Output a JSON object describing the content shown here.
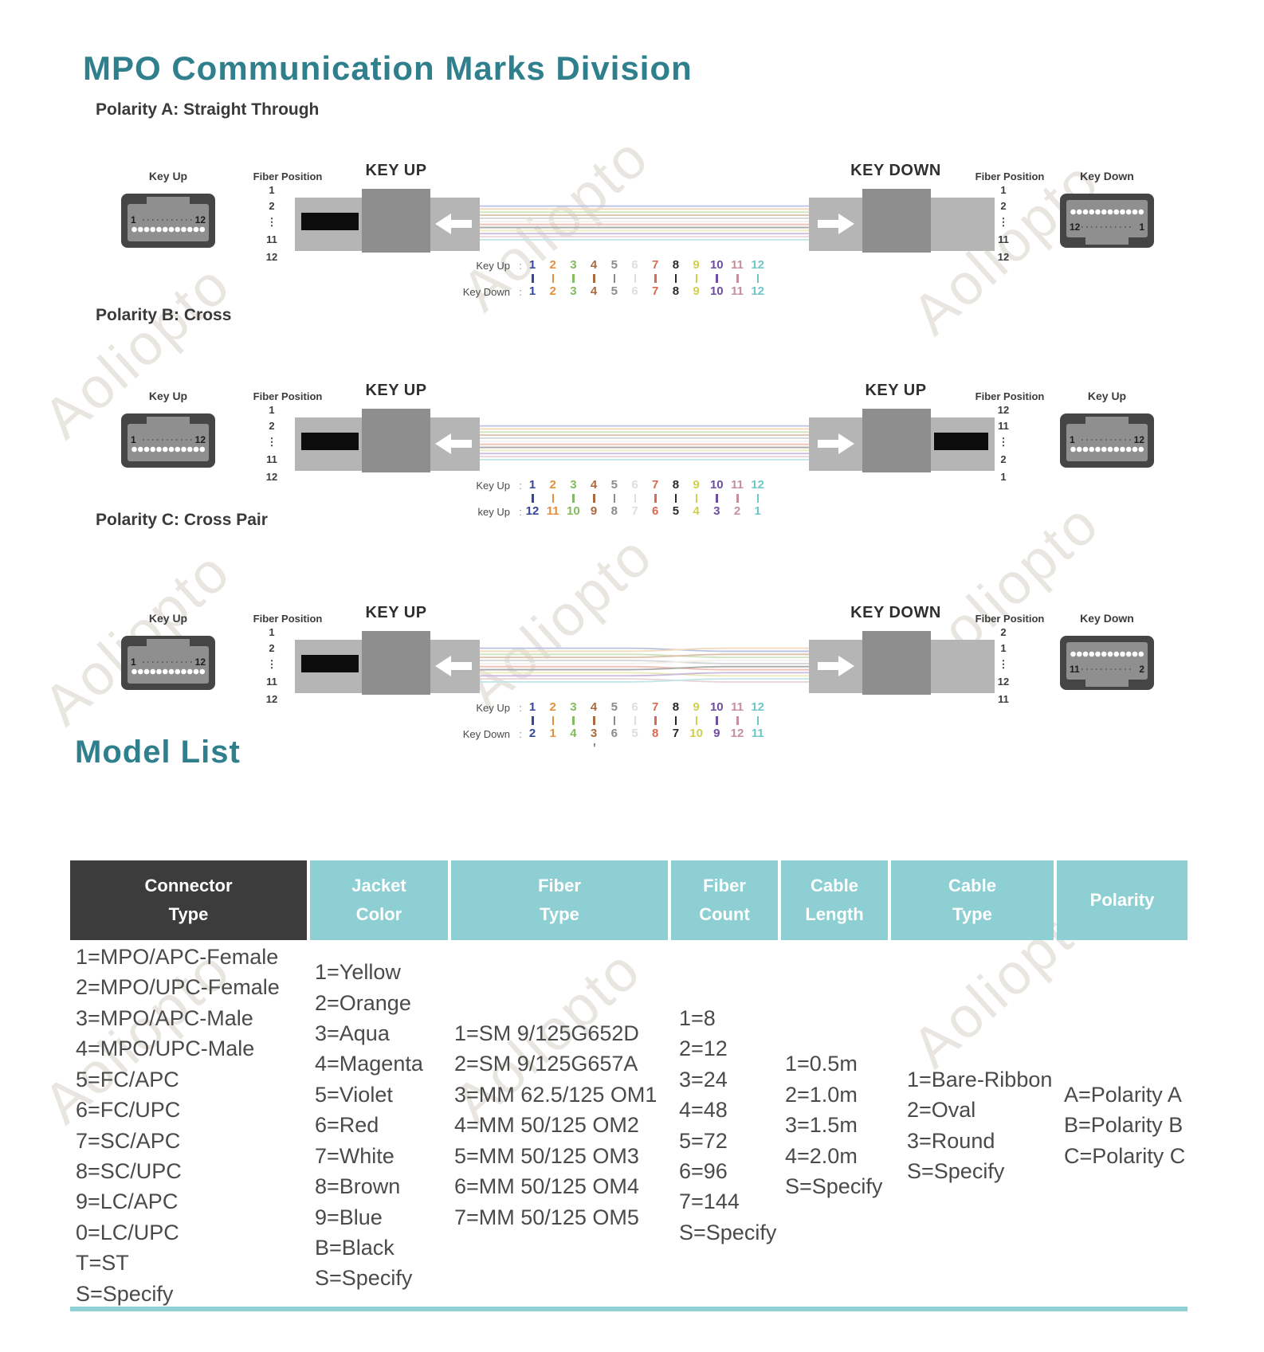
{
  "title": "MPO Communication Marks Division",
  "watermark_text": "Aoliopto",
  "stray_mark": "'",
  "fiber_colors": {
    "strong": [
      "#35479c",
      "#e2903f",
      "#84bb5f",
      "#aa6a3f",
      "#8b8b8b",
      "#dedede",
      "#d96a52",
      "#2a2a2a",
      "#cfd04e",
      "#6f4da0",
      "#c5909b",
      "#6fc6c9"
    ],
    "pastel": [
      "#b9c1e3",
      "#f3d9ba",
      "#cfe3bd",
      "#dcc0a8",
      "#d4d4d4",
      "#f1f0ed",
      "#f0c0b4",
      "#a9a9a9",
      "#eceab8",
      "#cabadd",
      "#e8d3d8",
      "#c2e6e7"
    ]
  },
  "diagrams": [
    {
      "heading": "Polarity A: Straight Through",
      "left": {
        "face_label": "Key Up",
        "face_type": "up",
        "face_left_num": "1",
        "face_right_num": "12",
        "fiber_position_label": "Fiber Position",
        "positions": [
          "1",
          "2",
          "⋮",
          "11",
          "12"
        ],
        "key_label": "KEY UP",
        "has_key_block": true
      },
      "right": {
        "face_label": "Key Down",
        "face_type": "down",
        "face_left_num": "12",
        "face_right_num": "1",
        "fiber_position_label": "Fiber Position",
        "positions": [
          "1",
          "2",
          "⋮",
          "11",
          "12"
        ],
        "key_label": "KEY DOWN",
        "has_key_block": false
      },
      "ribbon": "straight",
      "map_rows": [
        {
          "label": "Key Up",
          "values": [
            "1",
            "2",
            "3",
            "4",
            "5",
            "6",
            "7",
            "8",
            "9",
            "10",
            "11",
            "12"
          ]
        },
        {
          "label": "Key Down",
          "values": [
            "1",
            "2",
            "3",
            "4",
            "5",
            "6",
            "7",
            "8",
            "9",
            "10",
            "11",
            "12"
          ]
        }
      ]
    },
    {
      "heading": "Polarity B: Cross",
      "left": {
        "face_label": "Key Up",
        "face_type": "up",
        "face_left_num": "1",
        "face_right_num": "12",
        "fiber_position_label": "Fiber Position",
        "positions": [
          "1",
          "2",
          "⋮",
          "11",
          "12"
        ],
        "key_label": "KEY UP",
        "has_key_block": true
      },
      "right": {
        "face_label": "Key Up",
        "face_type": "up",
        "face_left_num": "1",
        "face_right_num": "12",
        "fiber_position_label": "Fiber Position",
        "positions": [
          "12",
          "11",
          "⋮",
          "2",
          "1"
        ],
        "key_label": "KEY UP",
        "has_key_block": true
      },
      "ribbon": "straight",
      "map_rows": [
        {
          "label": "Key Up",
          "values": [
            "1",
            "2",
            "3",
            "4",
            "5",
            "6",
            "7",
            "8",
            "9",
            "10",
            "11",
            "12"
          ]
        },
        {
          "label": "key Up",
          "values": [
            "12",
            "11",
            "10",
            "9",
            "8",
            "7",
            "6",
            "5",
            "4",
            "3",
            "2",
            "1"
          ]
        }
      ]
    },
    {
      "heading": "Polarity C: Cross Pair",
      "left": {
        "face_label": "Key Up",
        "face_type": "up",
        "face_left_num": "1",
        "face_right_num": "12",
        "fiber_position_label": "Fiber Position",
        "positions": [
          "1",
          "2",
          "⋮",
          "11",
          "12"
        ],
        "key_label": "KEY UP",
        "has_key_block": true
      },
      "right": {
        "face_label": "Key Down",
        "face_type": "down",
        "face_left_num": "11",
        "face_right_num": "2",
        "fiber_position_label": "Fiber Position",
        "positions": [
          "2",
          "1",
          "⋮",
          "12",
          "11"
        ],
        "key_label": "KEY DOWN",
        "has_key_block": false
      },
      "ribbon": "crosspair",
      "map_rows": [
        {
          "label": "Key Up",
          "values": [
            "1",
            "2",
            "3",
            "4",
            "5",
            "6",
            "7",
            "8",
            "9",
            "10",
            "11",
            "12"
          ]
        },
        {
          "label": "Key Down",
          "values": [
            "2",
            "1",
            "4",
            "3",
            "6",
            "5",
            "8",
            "7",
            "10",
            "9",
            "12",
            "11"
          ]
        }
      ]
    }
  ],
  "model_list": {
    "heading": "Model List",
    "columns": [
      {
        "title": "Connector\nType",
        "dark": true,
        "items": [
          "1=MPO/APC-Female",
          "2=MPO/UPC-Female",
          "3=MPO/APC-Male",
          "4=MPO/UPC-Male",
          "5=FC/APC",
          "6=FC/UPC",
          "7=SC/APC",
          "8=SC/UPC",
          "9=LC/APC",
          "0=LC/UPC",
          "T=ST",
          "S=Specify"
        ]
      },
      {
        "title": "Jacket\nColor",
        "dark": false,
        "items": [
          "1=Yellow",
          "2=Orange",
          "3=Aqua",
          "4=Magenta",
          "5=Violet",
          "6=Red",
          "7=White",
          "8=Brown",
          "9=Blue",
          "B=Black",
          "S=Specify"
        ]
      },
      {
        "title": "Fiber\nType",
        "dark": false,
        "items": [
          "1=SM 9/125G652D",
          "2=SM 9/125G657A",
          "3=MM 62.5/125 OM1",
          "4=MM 50/125 OM2",
          "5=MM 50/125 OM3",
          "6=MM 50/125 OM4",
          "7=MM 50/125 OM5"
        ]
      },
      {
        "title": "Fiber\nCount",
        "dark": false,
        "items": [
          "1=8",
          "2=12",
          "3=24",
          "4=48",
          "5=72",
          "6=96",
          "7=144",
          "S=Specify"
        ]
      },
      {
        "title": "Cable\nLength",
        "dark": false,
        "items": [
          "1=0.5m",
          "2=1.0m",
          "3=1.5m",
          "4=2.0m",
          "S=Specify"
        ]
      },
      {
        "title": "Cable\nType",
        "dark": false,
        "items": [
          "1=Bare-Ribbon",
          "2=Oval",
          "3=Round",
          "S=Specify"
        ]
      },
      {
        "title": "Polarity",
        "dark": false,
        "items": [
          "A=Polarity A",
          "B=Polarity B",
          "C=Polarity C"
        ]
      }
    ]
  },
  "colors": {
    "accent_teal": "#2f7f8d",
    "header_teal": "#8dcfd3",
    "header_dark": "#3c3c3c",
    "body_text": "#4a4a4a"
  }
}
